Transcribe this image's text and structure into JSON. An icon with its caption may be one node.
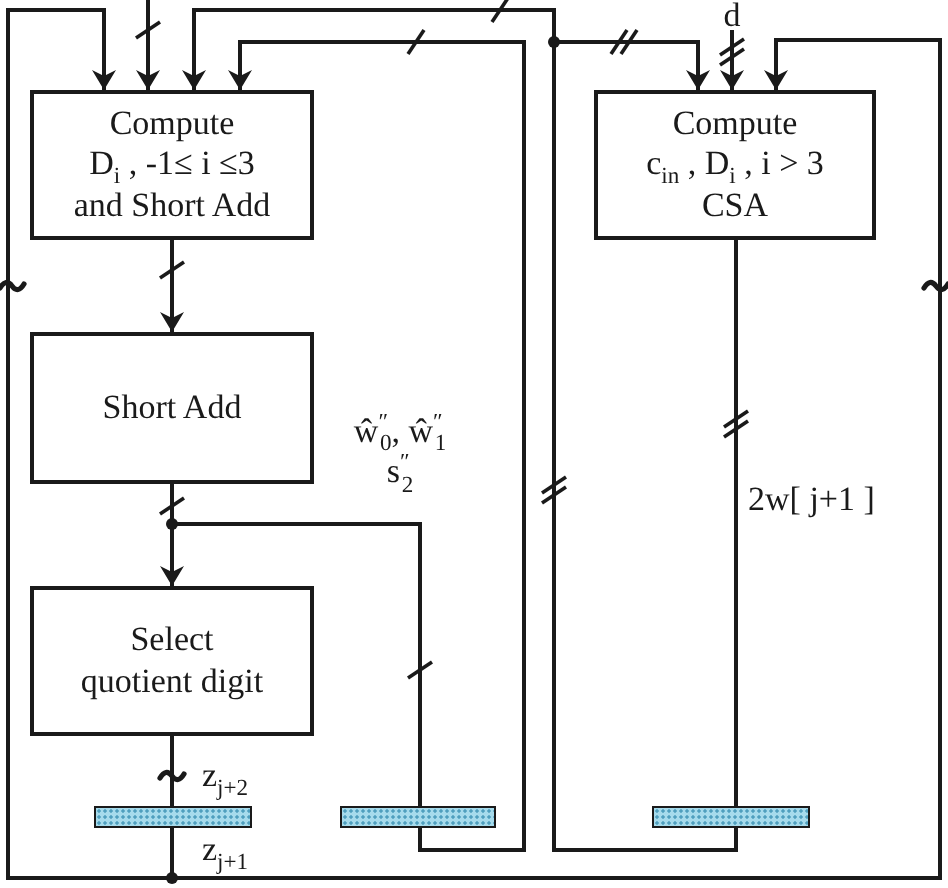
{
  "diagram": {
    "nodes": [
      {
        "text": [
          "Compute D$_{i}$ , -1≤ i ≤3 and Short Add"
        ]
      },
      {
        "text": [
          "Short Add"
        ]
      },
      {
        "text": [
          "Select quotient digit"
        ]
      },
      {
        "text": [
          "Compute c$_{in}$ , D$_{i}$ , i > 3 CSA"
        ]
      },
      {
        "text": [],
        "shape": "bar"
      },
      {
        "text": [],
        "shape": "bar"
      },
      {
        "text": [],
        "shape": "bar"
      },
      {
        "text": [
          "d"
        ]
      }
    ],
    "edges": [
      {
        "from": 0,
        "to": 1,
        "arrow": "to"
      },
      {
        "from": 1,
        "to": 2,
        "arrow": "to"
      },
      {
        "from": 1,
        "to": 5,
        "arrow": "none",
        "label": "ŵ$^{″}$$_{0}$, ŵ$^{″}$$_{1}$ s$^{″}$$_{2}$"
      },
      {
        "from": 2,
        "to": 4,
        "arrow": "none",
        "label": "z$_{j+2}$"
      },
      {
        "from": 4,
        "to": 0,
        "arrow": "to",
        "label": "z$_{j+1}$"
      },
      {
        "from": 4,
        "to": 3,
        "arrow": "to"
      },
      {
        "from": 5,
        "to": 0,
        "arrow": "to"
      },
      {
        "from": 6,
        "to": 0,
        "arrow": "to"
      },
      {
        "from": 6,
        "to": 3,
        "arrow": "to"
      },
      {
        "from": 3,
        "to": 6,
        "arrow": "none",
        "label": "2w[ j+1 ]"
      },
      {
        "from": null,
        "to": 0,
        "arrow": "to"
      },
      {
        "from": 7,
        "to": 3,
        "arrow": "to"
      }
    ]
  }
}
